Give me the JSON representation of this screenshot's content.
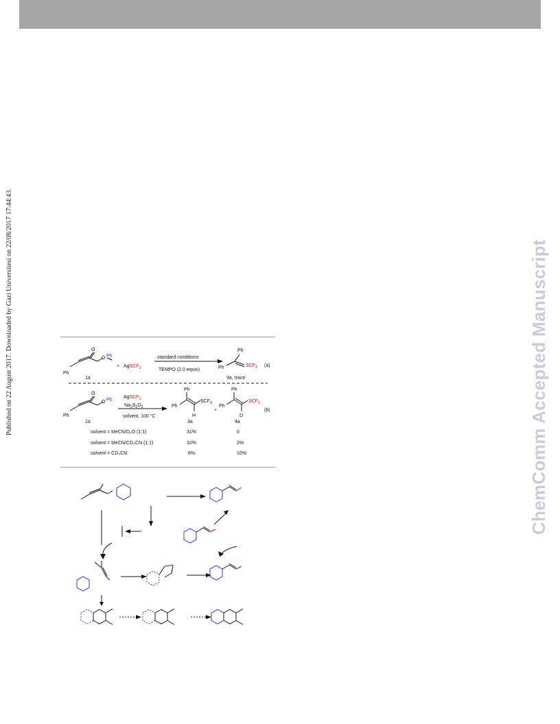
{
  "page": {
    "side_note": "Published on 22 August 2017. Downloaded by Gazi Universitesi on 22/08/2017 17:44:43.",
    "watermark": "ChemComm Accepted Manuscript"
  },
  "colors": {
    "bar": "#a6a6a6",
    "blue": "#2a2aff",
    "red": "#e00000",
    "watermark": "#c8cbda"
  },
  "scheme_a": {
    "Ph1": "Ph",
    "Ph2": "Ph",
    "O": "O",
    "plus": "+",
    "Ag": "Ag",
    "SCF3": "SCF",
    "sub3": "3",
    "cond_top": "standard conditions",
    "cond_bottom": "TEMPO (2.0 equiv)",
    "prod_Ph_top": "Ph",
    "prod_Ph_left": "Ph",
    "prod_SCF": "SCF",
    "prod_sub3": "3",
    "label_a": "(a)",
    "label_1a": "1a",
    "result": "3a, trace"
  },
  "scheme_b": {
    "Ph1": "Ph",
    "Ph2": "Ph",
    "O": "O",
    "reagent1_Ag": "Ag",
    "reagent1_SCF": "SCF",
    "reagent1_sub": "3",
    "reagent2": "Na",
    "reagent2_s1": "2",
    "reagent2_S": "S",
    "reagent2_s2": "2",
    "reagent2_O": "O",
    "reagent2_s3": "3",
    "conditions": "solvent, 100 °C",
    "p3_Ph_top": "Ph",
    "p3_Ph_left": "Ph",
    "p3_SCF": "SCF",
    "p3_sub": "3",
    "p3_H": "H",
    "plus": "+",
    "p4_Ph_top": "Ph",
    "p4_Ph_left": "Ph",
    "p4_SCF": "SCF",
    "p4_sub": "3",
    "p4_D": "D",
    "label_b": "(b)",
    "label_1a": "1a",
    "label_3a": "3a",
    "label_4a": "4a",
    "rows": [
      {
        "solvent": "solvent = MeCN/D₂O (1:1)",
        "y3a": "31%",
        "y4a": "0"
      },
      {
        "solvent": "solvent = MeCN/CD₃CN (1:1)",
        "y3a": "32%",
        "y4a": "2%"
      },
      {
        "solvent": "solvent = CD₃CN",
        "y3a": "6%",
        "y4a": "10%"
      }
    ]
  }
}
